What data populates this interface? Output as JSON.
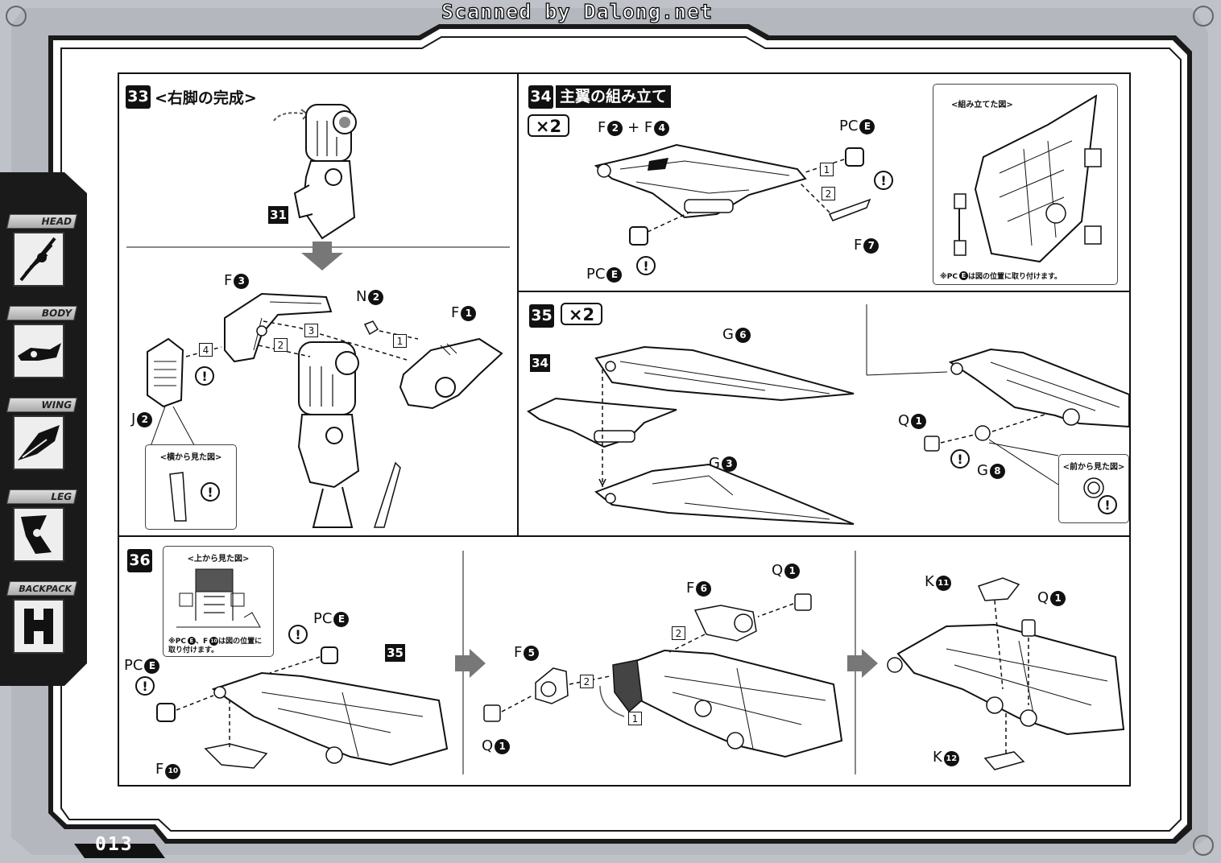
{
  "header": {
    "scan_credit": "Scanned by Dalong.net"
  },
  "footer": {
    "page_number": "013"
  },
  "sidenav": {
    "items": [
      {
        "label": "HEAD",
        "icon": "head-part-icon"
      },
      {
        "label": "BODY",
        "icon": "body-part-icon"
      },
      {
        "label": "WING",
        "icon": "wing-part-icon"
      },
      {
        "label": "LEG",
        "icon": "leg-part-icon"
      },
      {
        "label": "BACKPACK",
        "icon": "backpack-part-icon"
      }
    ]
  },
  "step33": {
    "number": "33",
    "title": "<右脚の完成>",
    "ref": "31",
    "parts": {
      "f3": "F",
      "f3_n": "3",
      "n2": "N",
      "n2_n": "2",
      "f1": "F",
      "f1_n": "1",
      "j2": "J",
      "j2_n": "2"
    },
    "order": [
      "1",
      "2",
      "3",
      "4"
    ],
    "inset_title": "<横から見た図>",
    "warn": "!"
  },
  "step34": {
    "number": "34",
    "title": "主翼の組み立て",
    "multiplier": "×2",
    "combo": "F",
    "combo_a": "2",
    "combo_plus": "+ F",
    "combo_b": "4",
    "pce_top": "PC",
    "pce_top_n": "E",
    "pce_bottom": "PC",
    "pce_bottom_n": "E",
    "f7": "F",
    "f7_n": "7",
    "order": [
      "1",
      "2"
    ],
    "inset_title": "<組み立てた図>",
    "inset_note": "※PC",
    "inset_note_n": "E",
    "inset_note_rest": "は図の位置に取り付けます。",
    "warn": "!"
  },
  "step35": {
    "number": "35",
    "multiplier": "×2",
    "ref": "34",
    "g6": "G",
    "g6_n": "6",
    "g3": "G",
    "g3_n": "3",
    "q1": "Q",
    "q1_n": "1",
    "g8": "G",
    "g8_n": "8",
    "inset_title": "<前から見た図>",
    "warn": "!"
  },
  "step36": {
    "number": "36",
    "ref": "35",
    "inset_title": "<上から見た図>",
    "inset_note_1": "※PC",
    "inset_note_1_n": "E",
    "inset_note_1b": "、F",
    "inset_note_1b_n": "10",
    "inset_note_1c": "は図の位置に",
    "inset_note_2": "取り付けます。",
    "pce_a": "PC",
    "pce_a_n": "E",
    "pce_b": "PC",
    "pce_b_n": "E",
    "f10": "F",
    "f10_n": "10",
    "f5": "F",
    "f5_n": "5",
    "q1_a": "Q",
    "q1_a_n": "1",
    "f6": "F",
    "f6_n": "6",
    "q1_b": "Q",
    "q1_b_n": "1",
    "k11": "K",
    "k11_n": "11",
    "q1_c": "Q",
    "q1_c_n": "1",
    "k12": "K",
    "k12_n": "12",
    "order_a": [
      "1",
      "2"
    ],
    "order_b": [
      "2"
    ],
    "warn": "!"
  }
}
